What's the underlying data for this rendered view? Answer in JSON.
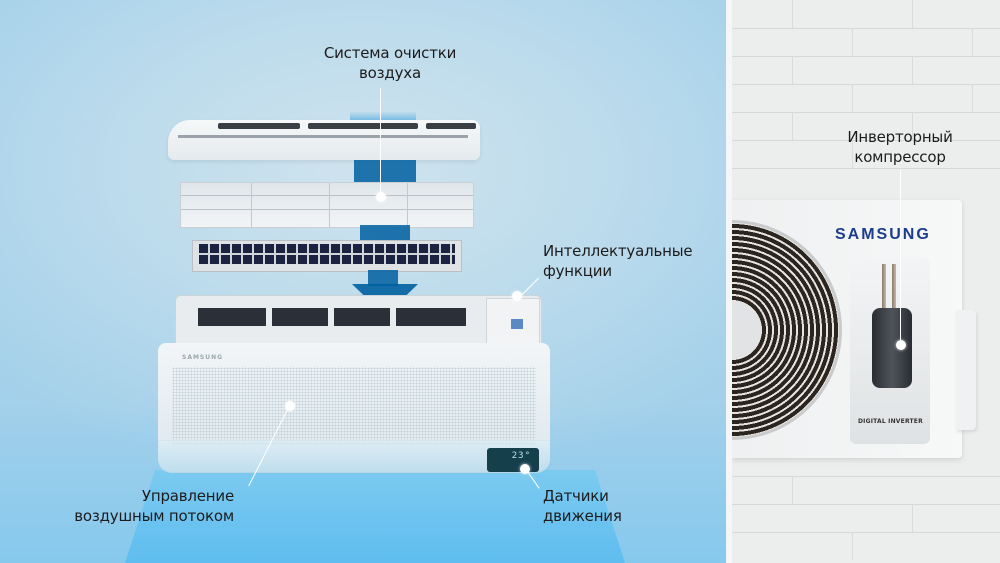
{
  "indoor_panel": {
    "background_color": "#bcdbec",
    "arrow_color": "#005fa0",
    "unit_brand": "SAMSUNG",
    "display_value": "23°"
  },
  "outdoor_panel": {
    "brand": "SAMSUNG",
    "brand_color": "#1d3d8c",
    "badge": "DIGITAL INVERTER"
  },
  "callouts": [
    {
      "id": "air-purification",
      "line1": "Система очистки",
      "line2": "воздуха"
    },
    {
      "id": "smart-functions",
      "line1": "Интеллектуальные",
      "line2": "функции"
    },
    {
      "id": "airflow-control",
      "line1": "Управление",
      "line2": "воздушным потоком"
    },
    {
      "id": "motion-sensors",
      "line1": "Датчики",
      "line2": "движения"
    },
    {
      "id": "inverter-compressor",
      "line1": "Инверторный",
      "line2": "компрессор"
    }
  ]
}
